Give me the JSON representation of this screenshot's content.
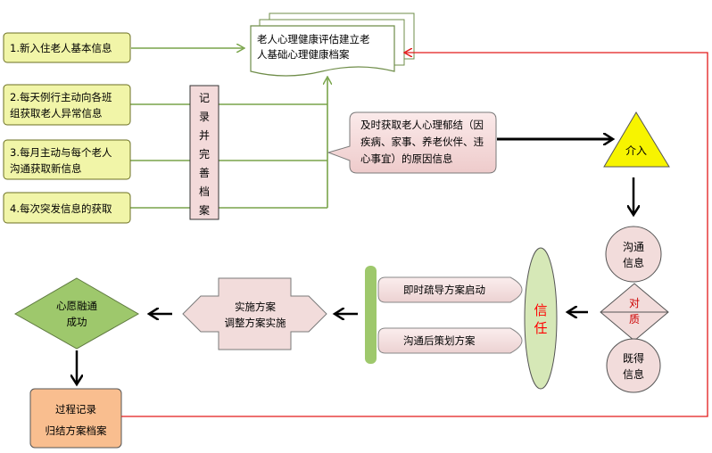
{
  "doc_stack": {
    "line1": "老人心理健康评估建立老",
    "line2": "人基础心理健康档案"
  },
  "left_boxes": [
    {
      "lines": [
        "1.新入住老人基本信息"
      ]
    },
    {
      "lines": [
        "2.每天例行主动向各班",
        "组获取老人异常信息"
      ]
    },
    {
      "lines": [
        "3.每月主动与每个老人",
        "沟通获取新信息"
      ]
    },
    {
      "lines": [
        "4.每次突发信息的获取"
      ]
    }
  ],
  "record_box": {
    "chars": [
      "记",
      "录",
      "并",
      "完",
      "善",
      "档",
      "案"
    ]
  },
  "callout": {
    "lines": [
      "及时获取老人心理郁结（因",
      "疾病、家事、养老伙伴、违",
      "心事宜）的原因信息"
    ]
  },
  "intervene": {
    "label": "介入"
  },
  "communicate": {
    "lines": [
      "沟通",
      "信息"
    ]
  },
  "confront": {
    "lines": [
      "对",
      "质"
    ]
  },
  "existing": {
    "lines": [
      "既得",
      "信息"
    ]
  },
  "trust": {
    "lines": [
      "信",
      "任"
    ]
  },
  "plans": [
    {
      "label": "即时疏导方案启动"
    },
    {
      "label": "沟通后策划方案"
    }
  ],
  "implement": {
    "lines": [
      "实施方案",
      "调整方案实施"
    ]
  },
  "success": {
    "lines": [
      "心愿融通",
      "成功"
    ]
  },
  "process_box": {
    "lines": [
      "过程记录",
      "归结方案档案"
    ]
  },
  "colors": {
    "left_box_fill": "#f1f5a8",
    "left_box_stroke": "#6b6f23",
    "connector_green": "#79a44a",
    "record_fill": "#f3dada",
    "callout_fill": "#f3dada",
    "triangle_fill": "#f7f400",
    "circle_fill": "#f2dcdb",
    "trust_fill": "#d6e8b7",
    "diamond_fill": "#9ec86c",
    "process_fill": "#f9be8f",
    "red_line": "#e21a1a",
    "trust_text": "#ff0000",
    "confront_text": "#cc0000"
  }
}
